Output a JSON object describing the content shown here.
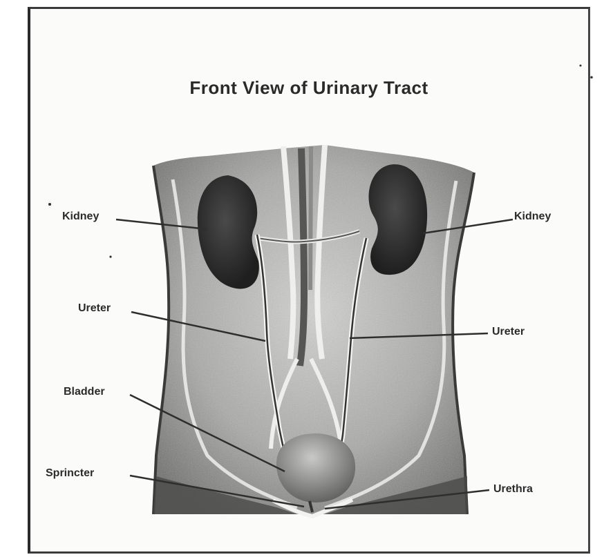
{
  "diagram": {
    "title": "Front View of Urinary Tract",
    "labels": {
      "kidney_left": "Kidney",
      "kidney_right": "Kidney",
      "ureter_left": "Ureter",
      "ureter_right": "Ureter",
      "bladder": "Bladder",
      "sphincter": "Sprincter",
      "urethra": "Urethra"
    }
  },
  "colors": {
    "ink": "#2b2b2b",
    "organ": "#2e2e2e",
    "tissue": "#9a9a9a"
  }
}
